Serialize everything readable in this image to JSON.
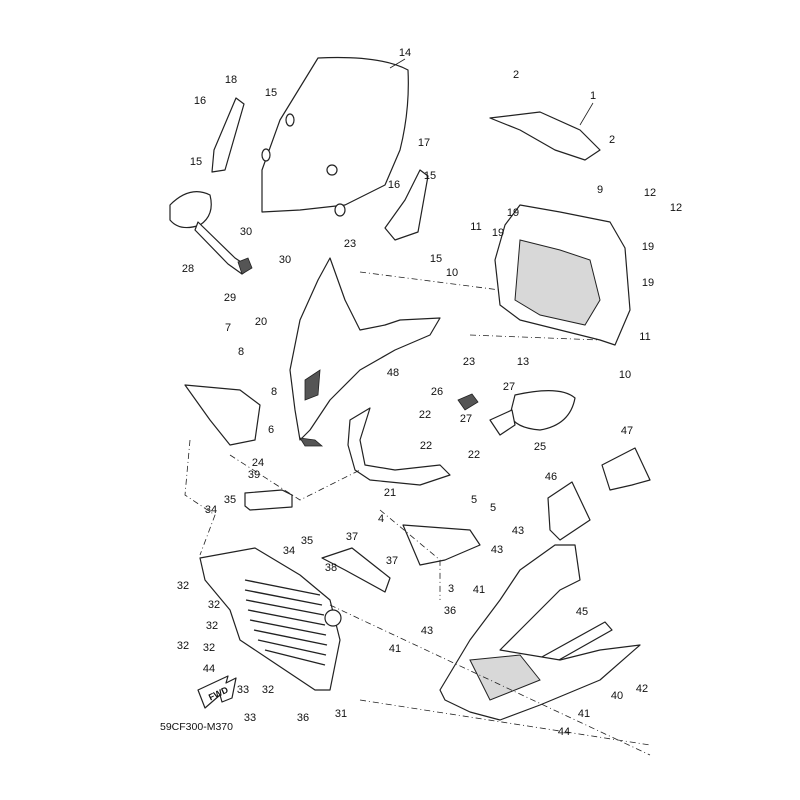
{
  "diagram_code": "59CF300-M370",
  "fwd_label": "FWD",
  "callouts": [
    "14",
    "2",
    "1",
    "2",
    "18",
    "16",
    "15",
    "15",
    "17",
    "16",
    "15",
    "9",
    "12",
    "12",
    "11",
    "19",
    "19",
    "30",
    "30",
    "28",
    "29",
    "23",
    "15",
    "10",
    "19",
    "19",
    "20",
    "7",
    "11",
    "23",
    "13",
    "10",
    "8",
    "8",
    "48",
    "26",
    "27",
    "27",
    "22",
    "6",
    "22",
    "22",
    "24",
    "25",
    "21",
    "47",
    "46",
    "39",
    "35",
    "34",
    "5",
    "5",
    "4",
    "37",
    "43",
    "43",
    "35",
    "34",
    "37",
    "38",
    "3",
    "41",
    "45",
    "32",
    "32",
    "32",
    "32",
    "32",
    "36",
    "43",
    "41",
    "44",
    "33",
    "32",
    "40",
    "42",
    "33",
    "36",
    "31",
    "41",
    "44"
  ]
}
